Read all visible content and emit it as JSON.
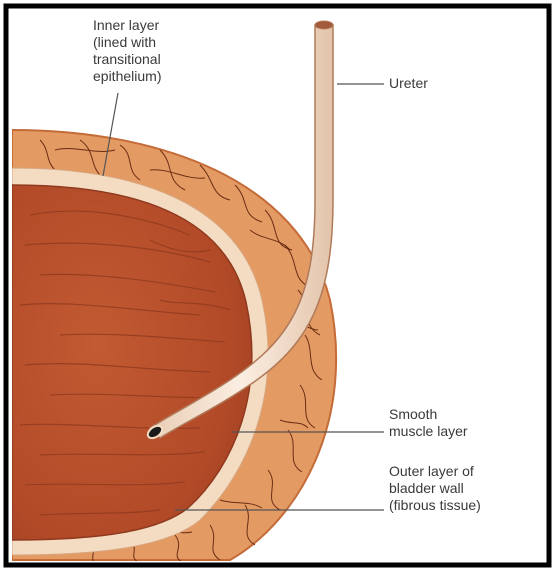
{
  "labels": {
    "inner_layer": [
      "Inner layer",
      "(lined with",
      "transitional",
      "epithelium)"
    ],
    "ureter": "Ureter",
    "smooth_muscle": [
      "Smooth",
      "muscle layer"
    ],
    "outer_layer": [
      "Outer layer of",
      "bladder wall",
      "(fibrous tissue)"
    ]
  },
  "colors": {
    "outer_wall": "#e39a63",
    "outer_wall_edge": "#c46b38",
    "epithelium_band": "#f4dcc2",
    "lumen": "#b8522e",
    "lumen_dark": "#8f3a1e",
    "ureter": "#f2dcc8",
    "ureter_edge": "#b07a5a",
    "leader_line": "#555555",
    "border": "#000000"
  }
}
